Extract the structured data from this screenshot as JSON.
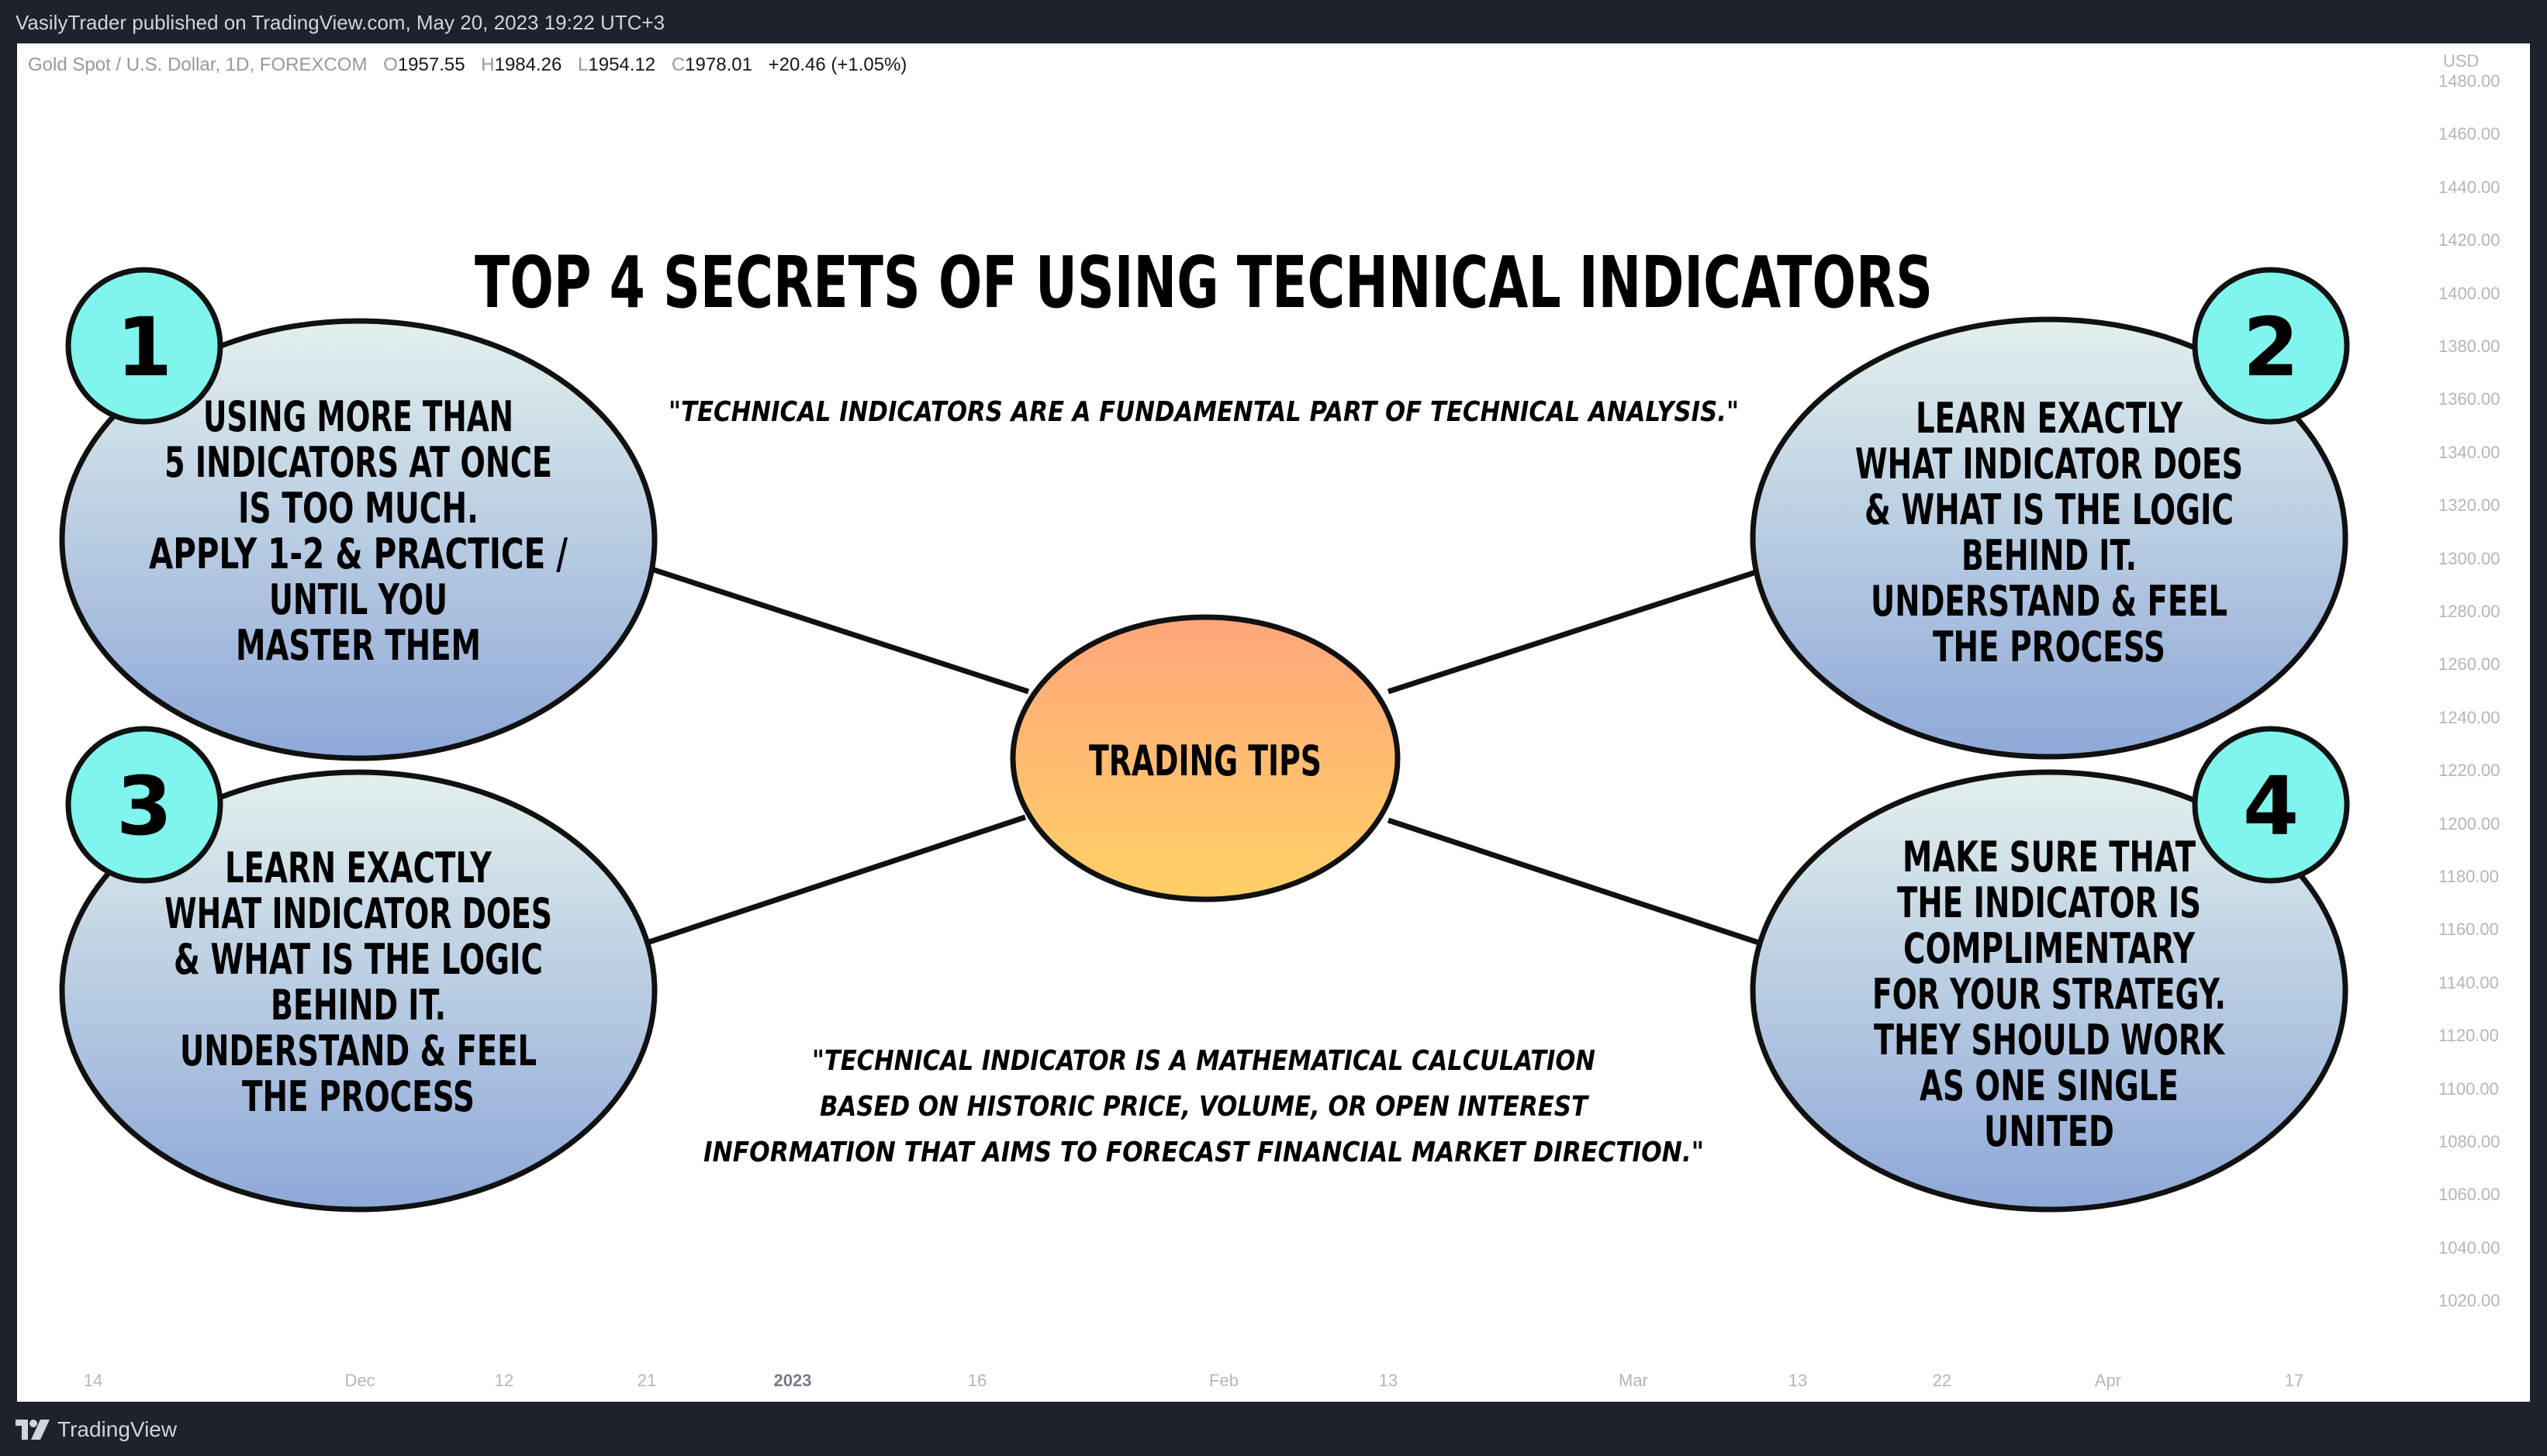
{
  "header": {
    "published": "VasilyTrader published on TradingView.com, May 20, 2023 19:22 UTC+3"
  },
  "legend": {
    "symbol": "Gold Spot / U.S. Dollar, 1D, FOREXCOM",
    "open_label": "O",
    "open": "1957.55",
    "high_label": "H",
    "high": "1984.26",
    "low_label": "L",
    "low": "1954.12",
    "close_label": "C",
    "close": "1978.01",
    "change": "+20.46 (+1.05%)"
  },
  "price_axis": {
    "currency": "USD",
    "ticks": [
      "1480.00",
      "1460.00",
      "1440.00",
      "1420.00",
      "1400.00",
      "1380.00",
      "1360.00",
      "1340.00",
      "1320.00",
      "1300.00",
      "1280.00",
      "1260.00",
      "1240.00",
      "1220.00",
      "1200.00",
      "1180.00",
      "1160.00",
      "1140.00",
      "1120.00",
      "1100.00",
      "1080.00",
      "1060.00",
      "1040.00",
      "1020.00"
    ]
  },
  "time_axis": {
    "ticks": [
      "14",
      "Dec",
      "12",
      "21",
      "2023",
      "16",
      "Feb",
      "13",
      "Mar",
      "13",
      "22",
      "Apr",
      "17"
    ],
    "bold": "2023"
  },
  "infographic": {
    "title": "TOP 4 SECRETS OF USING TECHNICAL INDICATORS",
    "center": "TRADING TIPS",
    "quote_top": "\"TECHNICAL INDICATORS ARE A FUNDAMENTAL PART OF TECHNICAL ANALYSIS.\"",
    "quote_bottom": [
      "\"TECHNICAL INDICATOR IS A MATHEMATICAL CALCULATION",
      "BASED ON HISTORIC PRICE, VOLUME, OR OPEN INTEREST",
      "INFORMATION THAT AIMS TO FORECAST FINANCIAL MARKET DIRECTION.\""
    ],
    "bubbles": [
      {
        "number": "1",
        "lines": [
          "USING MORE THAN",
          "5 INDICATORS AT ONCE",
          "IS TOO MUCH.",
          "APPLY 1-2 & PRACTICE /",
          "UNTIL YOU",
          "MASTER THEM"
        ]
      },
      {
        "number": "2",
        "lines": [
          "LEARN EXACTLY",
          "WHAT INDICATOR DOES",
          "& WHAT IS THE LOGIC",
          "BEHIND IT.",
          "UNDERSTAND & FEEL",
          "THE PROCESS"
        ]
      },
      {
        "number": "3",
        "lines": [
          "LEARN EXACTLY",
          "WHAT INDICATOR DOES",
          "& WHAT IS THE LOGIC",
          "BEHIND IT.",
          "UNDERSTAND & FEEL",
          "THE PROCESS"
        ]
      },
      {
        "number": "4",
        "lines": [
          "MAKE SURE THAT",
          "THE INDICATOR IS",
          "COMPLIMENTARY",
          "FOR YOUR STRATEGY.",
          "THEY SHOULD WORK",
          "AS ONE SINGLE",
          "UNITED"
        ]
      }
    ]
  },
  "footer": {
    "brand": "TradingView"
  },
  "colors": {
    "bubble_top": "#e2f0ec",
    "bubble_bottom": "#8ea8d8",
    "badge": "#7ff5ee",
    "center_top": "#ffa67a",
    "center_bottom": "#ffd066"
  }
}
